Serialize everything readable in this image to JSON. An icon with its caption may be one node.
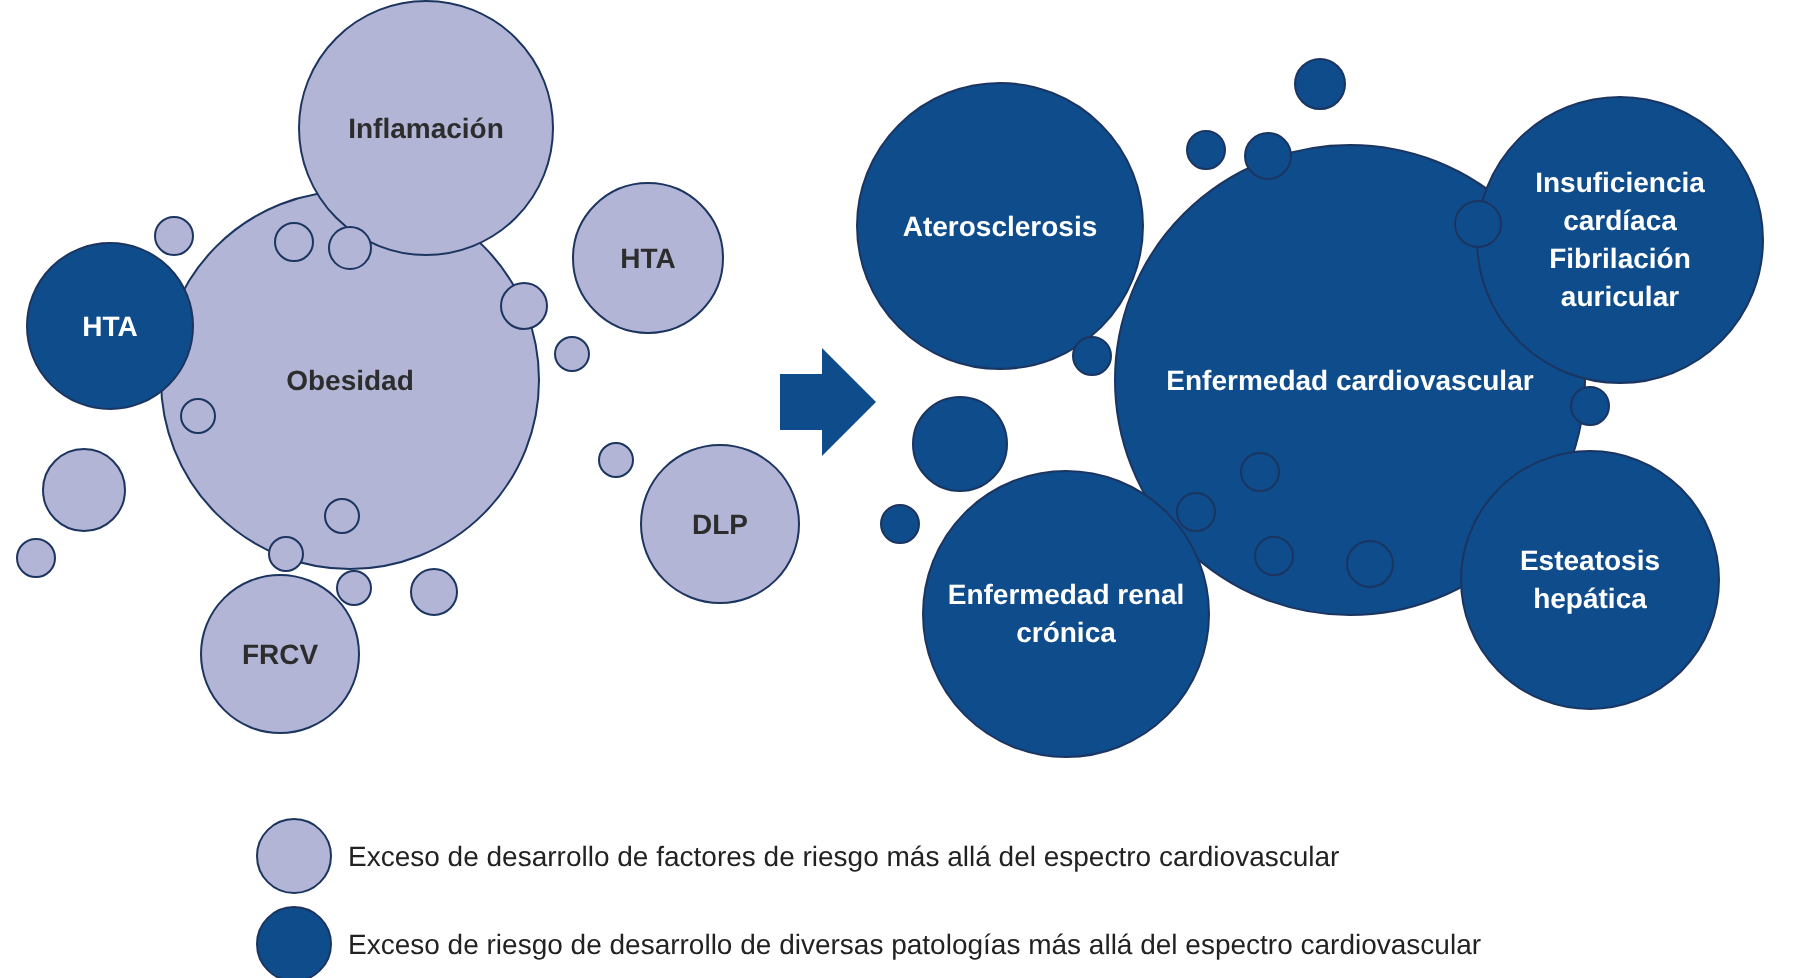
{
  "diagram": {
    "nodes": [
      {
        "text": [
          "Inflamación"
        ]
      },
      {
        "text": [
          "HTA"
        ]
      },
      {
        "text": [
          "Obesidad"
        ]
      },
      {
        "text": [
          "HTA"
        ]
      },
      {
        "text": [
          "DLP"
        ]
      },
      {
        "text": [
          "FRCV"
        ]
      },
      {
        "text": [
          "Aterosclerosis"
        ]
      },
      {
        "text": [
          "Insuficiencia cardíaca",
          "Fibrilación auricular"
        ]
      },
      {
        "text": [
          "Enfermedad cardiovascular"
        ]
      },
      {
        "text": [
          "Enfermedad renal crónica"
        ]
      },
      {
        "text": [
          "Esteatosis hepática"
        ]
      },
      {
        "text": [],
        "shape": "circle"
      },
      {
        "text": [],
        "shape": "circle"
      },
      {
        "text": [],
        "shape": "circle"
      },
      {
        "text": [],
        "shape": "circle",
        "in": 2
      },
      {
        "text": [],
        "shape": "circle",
        "in": 2
      },
      {
        "text": [],
        "shape": "circle",
        "in": 2
      },
      {
        "text": [],
        "shape": "circle",
        "in": 2
      },
      {
        "text": [],
        "shape": "circle",
        "in": 2
      },
      {
        "text": [],
        "shape": "circle"
      },
      {
        "text": [],
        "shape": "circle"
      },
      {
        "text": [],
        "shape": "circle"
      },
      {
        "text": [],
        "shape": "circle"
      },
      {
        "text": [],
        "shape": "circle"
      },
      {
        "text": [],
        "shape": "circle"
      },
      {
        "text": [],
        "shape": "circle"
      },
      {
        "text": [],
        "shape": "circle"
      },
      {
        "text": [],
        "shape": "circle",
        "in": 8
      },
      {
        "text": [],
        "shape": "circle"
      },
      {
        "text": [],
        "shape": "circle",
        "in": 8
      },
      {
        "text": [],
        "shape": "circle"
      },
      {
        "text": [],
        "shape": "circle",
        "in": 8
      },
      {
        "text": [],
        "shape": "circle"
      },
      {
        "text": [],
        "shape": "circle",
        "in": 8
      },
      {
        "text": [],
        "shape": "circle",
        "in": 8
      },
      {
        "text": [],
        "shape": "circle"
      }
    ],
    "edges": [
      {
        "from": 4,
        "to": 6,
        "arrow": "to"
      }
    ],
    "legend": [
      {
        "text": "Exceso de desarrollo de factores de riesgo más allá del espectro cardiovascular",
        "color": "#b3b5d6"
      },
      {
        "text": "Exceso de riesgo de desarrollo de diversas patologías más allá del espectro cardiovascular",
        "color": "#0e4c8c"
      }
    ]
  }
}
